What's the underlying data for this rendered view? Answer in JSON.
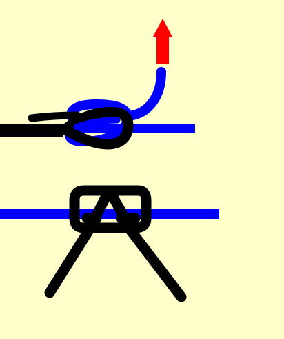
{
  "diagram": {
    "background": "#ffffcc",
    "colors": {
      "blue_rope": "#0000ff",
      "black_rope": "#000000",
      "pull_arrow": "#ff0000"
    },
    "top_panel": {
      "description_icon": "knot-step-top",
      "arrow_direction": "up"
    },
    "bottom_panel": {
      "description_icon": "knot-step-bottom"
    }
  }
}
